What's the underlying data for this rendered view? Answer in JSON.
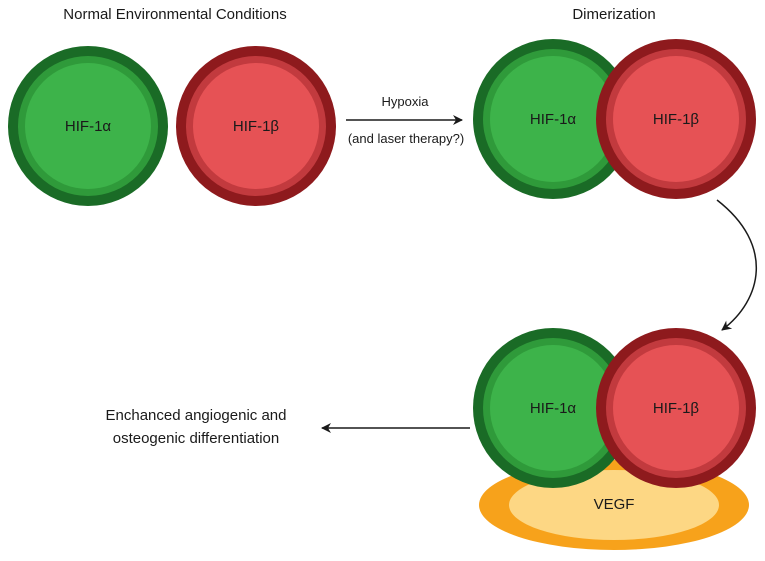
{
  "titles": {
    "normal": "Normal Environmental Conditions",
    "dimerization": "Dimerization"
  },
  "labels": {
    "hif1a": "HIF-1α",
    "hif1b": "HIF-1β",
    "vegf": "VEGF"
  },
  "arrow": {
    "top_label": "Hypoxia",
    "bottom_label": "(and laser therapy?)"
  },
  "outcome": {
    "line1": "Enchanced angiogenic and",
    "line2": "osteogenic differentiation"
  },
  "colors": {
    "green_outer": "#1a6b26",
    "green_ring": "#2f9a3a",
    "green_inner": "#3db34a",
    "red_outer": "#8e1a1d",
    "red_ring": "#c23a3e",
    "red_inner": "#e65255",
    "vegf_outer": "#f7a21b",
    "vegf_inner": "#fdd784"
  }
}
